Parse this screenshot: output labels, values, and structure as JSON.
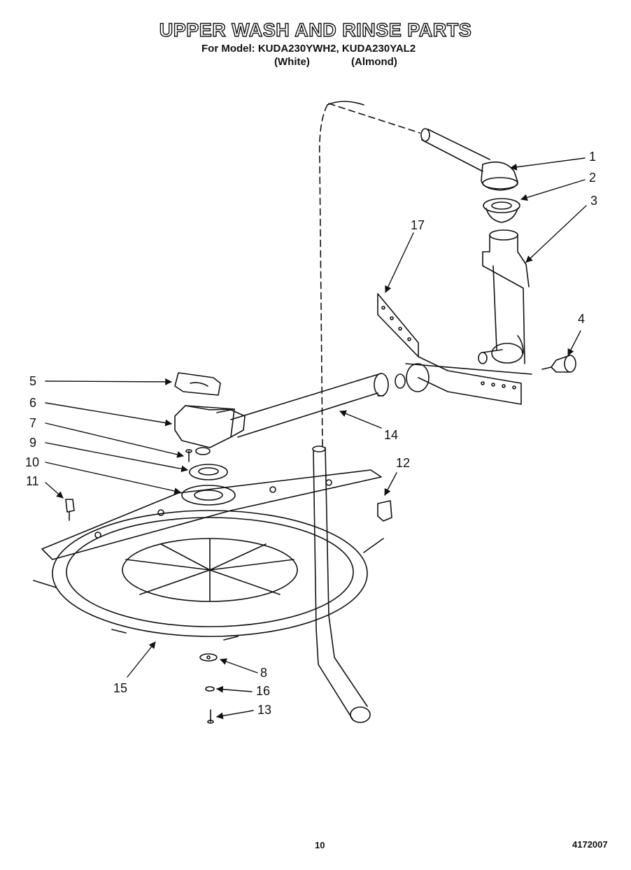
{
  "header": {
    "title": "UPPER WASH AND RINSE PARTS",
    "model_line": "For Model: KUDA230YWH2, KUDA230YAL2",
    "variant_white": "(White)",
    "variant_almond": "(Almond)"
  },
  "callouts": {
    "c1": "1",
    "c2": "2",
    "c3": "3",
    "c4": "4",
    "c5": "5",
    "c6": "6",
    "c7": "7",
    "c8": "8",
    "c9": "9",
    "c10": "10",
    "c11": "11",
    "c12": "12",
    "c13": "13",
    "c14": "14",
    "c15": "15",
    "c16": "16",
    "c17": "17"
  },
  "footer": {
    "page_number": "10",
    "doc_number": "4172007"
  },
  "colors": {
    "ink": "#111111",
    "paper": "#ffffff"
  }
}
